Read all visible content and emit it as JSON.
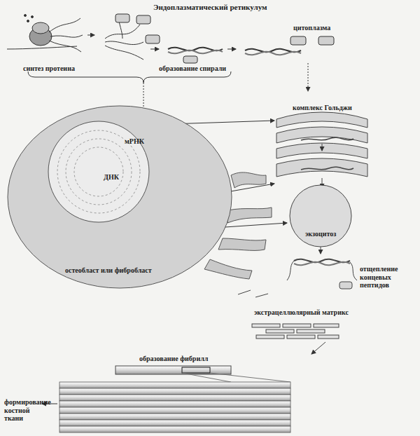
{
  "diagram": {
    "title": "Эндоплазматический ретикулум",
    "nodes": [
      {
        "text": [
          "остеобласт или фибробласт"
        ]
      },
      {
        "text": [
          "ДНК"
        ],
        "in": 0
      }
    ],
    "labels": [
      "синтез протеина",
      "образование спирали",
      "цитоплазма",
      "комплекс Гольджи",
      "экзоцитоз",
      "отщепление концевых пептидов",
      "экстрацеллюлярный матрикс",
      "образование фибрилл",
      "формирование костной ткани",
      "мРНК"
    ]
  }
}
